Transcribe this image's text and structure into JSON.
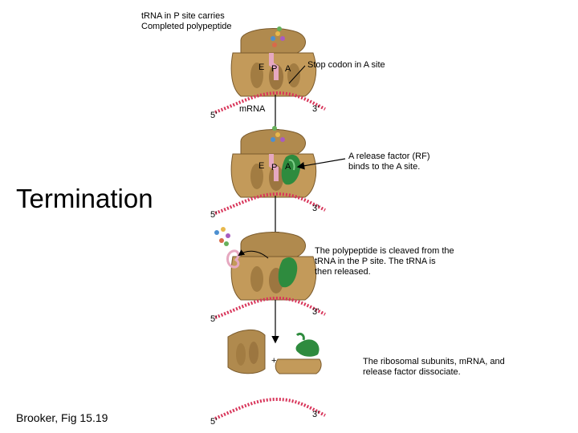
{
  "title": "Termination",
  "citation": "Brooker, Fig 15.19",
  "header_caption": "tRNA in P site carries\nCompleted polypeptide",
  "panel1": {
    "site_e": "E",
    "site_p": "P",
    "site_a": "A",
    "stop_label": "Stop codon in A site",
    "mrna_label": "mRNA",
    "end5": "5’",
    "end3": "3’"
  },
  "panel2": {
    "site_e": "E",
    "site_p": "P",
    "site_a": "A",
    "rf_label": "A release factor (RF)\nbinds to the A site.",
    "end5": "5’",
    "end3": "3’"
  },
  "panel3": {
    "caption": "The polypeptide is cleaved from the\ntRNA in the P site. The tRNA is\nthen released.",
    "end5": "5’",
    "end3": "3’"
  },
  "panel4": {
    "plus": "+",
    "caption": "The ribosomal subunits, mRNA, and\nrelease factor dissociate.",
    "end5": "5’",
    "end3": "3’"
  },
  "colors": {
    "ribosome": "#b08a4e",
    "ribosome_dark": "#7a5a2c",
    "mrna": "#d8355a",
    "release_factor": "#2e8b3e",
    "trna": "#e6a8c0"
  }
}
